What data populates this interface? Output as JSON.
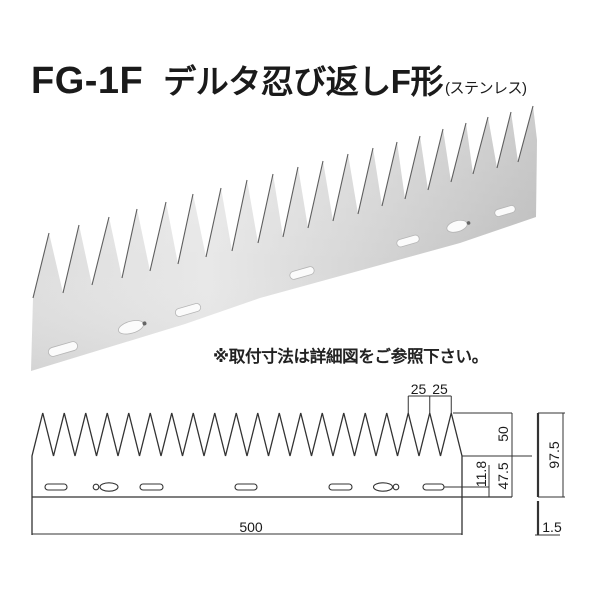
{
  "title": {
    "model": "FG-1F",
    "name": "デルタ忍び返しF形",
    "material": "(ステンレス)"
  },
  "note": "※取付寸法は詳細図をご参照下さい。",
  "drawing": {
    "dimensions": {
      "total_length": "500",
      "tooth_pitch_a": "25",
      "tooth_pitch_b": "25",
      "tooth_height": "50",
      "base_height": "47.5",
      "hole_offset": "11.8",
      "total_height": "97.5",
      "thickness": "1.5"
    }
  },
  "colors": {
    "background": "#ffffff",
    "text": "#1a1a1a",
    "line": "#333333",
    "steel_light": "#e6e6e6",
    "steel_dark": "#c0c0c0"
  }
}
